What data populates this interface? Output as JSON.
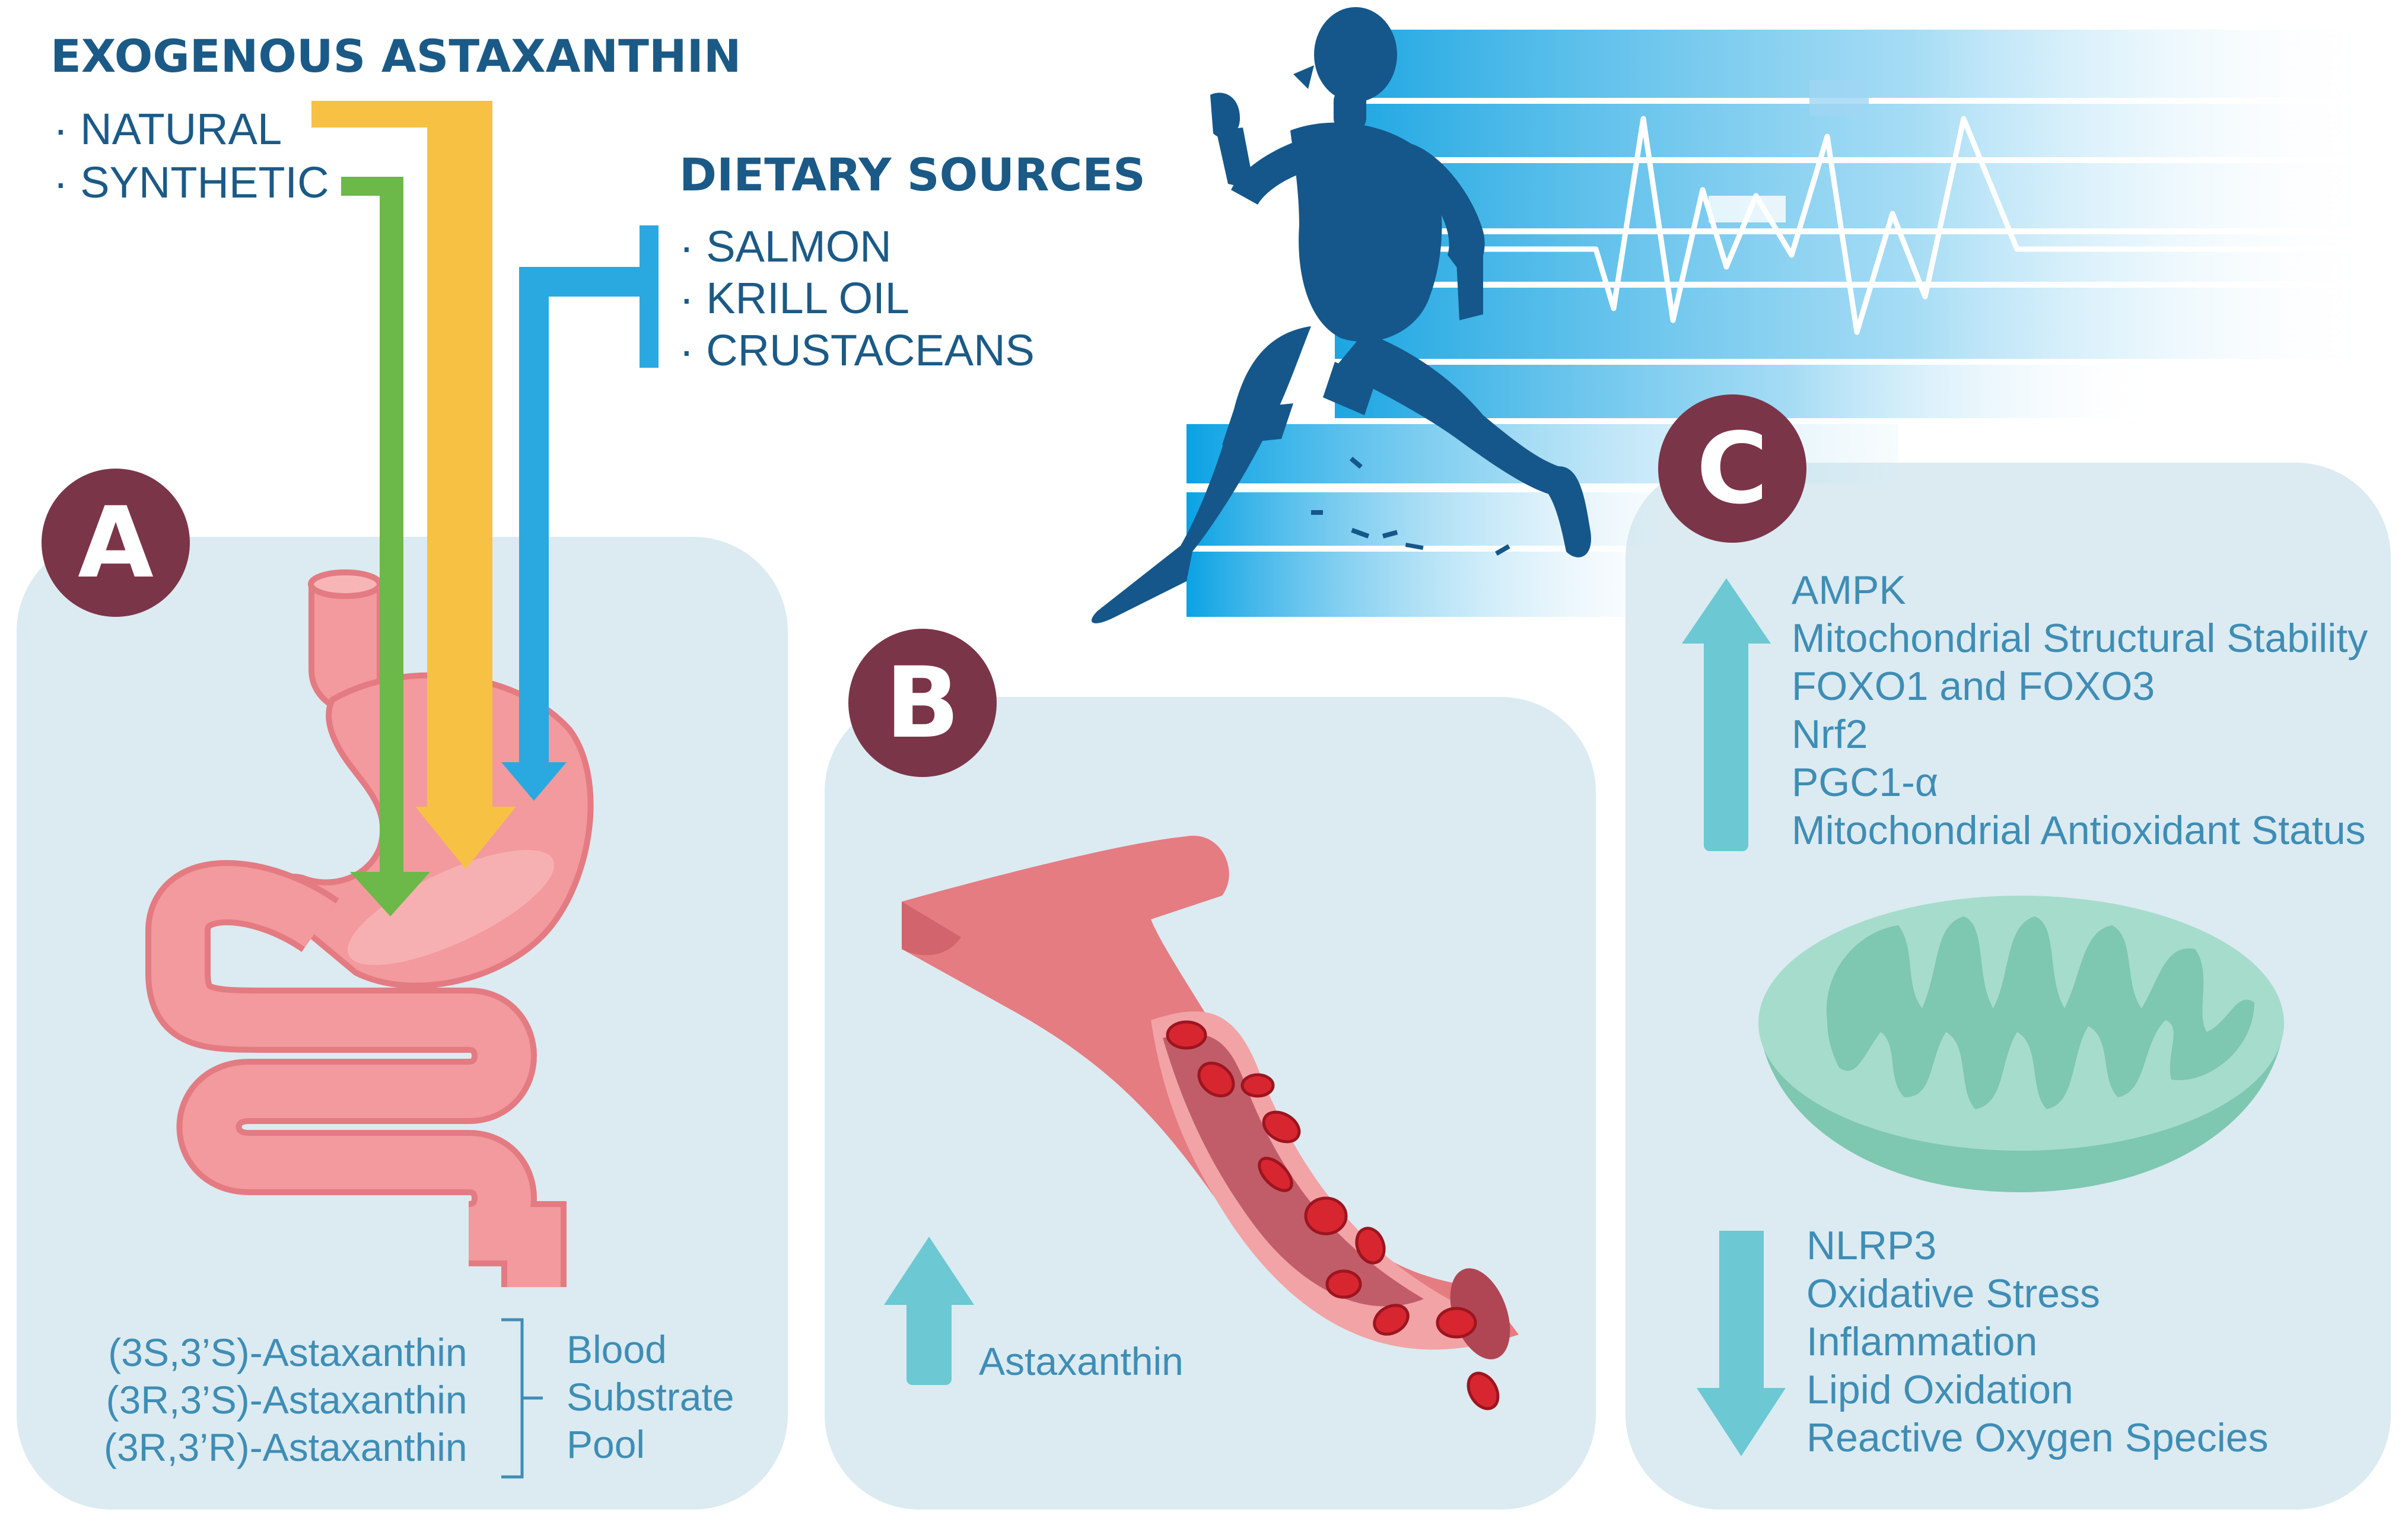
{
  "exogenous": {
    "title": "EXOGENOUS ASTAXANTHIN",
    "items": [
      "· NATURAL",
      "· SYNTHETIC"
    ]
  },
  "dietary": {
    "title": "DIETARY SOURCES",
    "items": [
      "· SALMON",
      "· KRILL OIL",
      "· CRUSTACEANS"
    ]
  },
  "panels": {
    "a": {
      "badge": "A",
      "isomers": [
        "(3S,3’S)-Astaxanthin",
        "(3R,3’S)-Astaxanthin",
        "(3R,3’R)-Astaxanthin"
      ],
      "pool": [
        "Blood",
        "Substrate",
        "Pool"
      ]
    },
    "b": {
      "badge": "B",
      "label": "Astaxanthin"
    },
    "c": {
      "badge": "C",
      "up": [
        "AMPK",
        "Mitochondrial Structural Stability",
        "FOXO1 and FOXO3",
        "Nrf2",
        "PGC1-α",
        "Mitochondrial Antioxidant Status"
      ],
      "down": [
        "NLRP3",
        "Oxidative Stress",
        "Inflammation",
        "Lipid Oxidation",
        "Reactive Oxygen Species"
      ]
    }
  },
  "colors": {
    "natural": "#f7c144",
    "synthetic": "#6cb848",
    "dietary": "#2aa9e0",
    "badge": "#7b3548",
    "panel": "#dbebf1",
    "arrow": "#6cc8d2",
    "text_dark": "#1b5a86",
    "text_light": "#3f8db5"
  },
  "icons": [
    "stomach-intestine-icon",
    "blood-vessel-icon",
    "runner-icon",
    "heartbeat-icon",
    "mitochondrion-icon"
  ]
}
